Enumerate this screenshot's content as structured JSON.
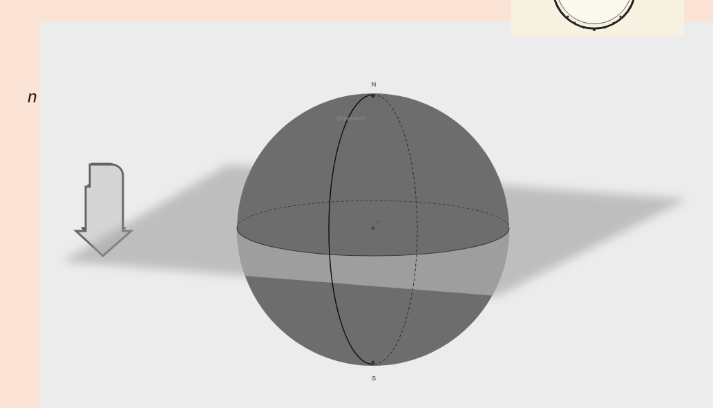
{
  "diagram": {
    "labels": [
      "n",
      "N",
      "Greenwich",
      "O",
      "equateur",
      "S"
    ]
  }
}
